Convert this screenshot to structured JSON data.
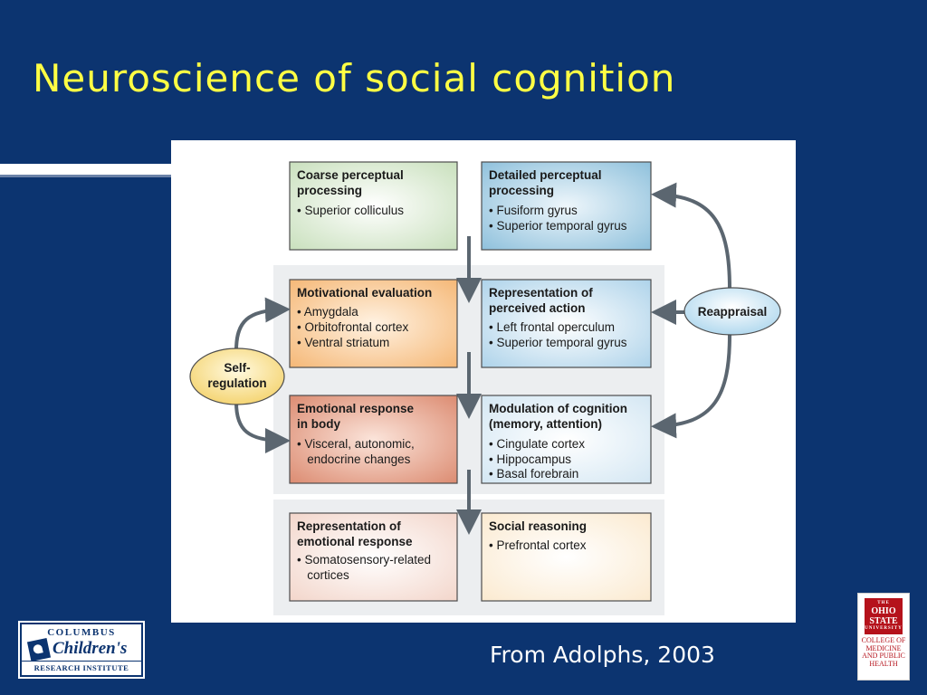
{
  "slide": {
    "title": "Neuroscience of social cognition",
    "caption": "From Adolphs, 2003"
  },
  "diagram": {
    "boxes": {
      "coarse": {
        "title": [
          "Coarse perceptual",
          "processing"
        ],
        "items": [
          "• Superior colliculus"
        ],
        "color": "#dcebd3"
      },
      "detailed": {
        "title": [
          "Detailed perceptual",
          "processing"
        ],
        "items": [
          "• Fusiform gyrus",
          "• Superior temporal gyrus"
        ],
        "color": "#a9d0e4"
      },
      "motivational": {
        "title": [
          "Motivational evaluation"
        ],
        "items": [
          "• Amygdala",
          "• Orbitofrontal cortex",
          "• Ventral striatum"
        ],
        "color": "#f8c996"
      },
      "representation_action": {
        "title": [
          "Representation of",
          "perceived action"
        ],
        "items": [
          "• Left frontal operculum",
          "• Superior temporal gyrus"
        ],
        "color": "#c6e0ef"
      },
      "emotional_body": {
        "title": [
          "Emotional response",
          "in body"
        ],
        "items": [
          "• Visceral, autonomic,",
          "   endocrine changes"
        ],
        "color": "#e6a590"
      },
      "modulation": {
        "title": [
          "Modulation of cognition",
          "(memory, attention)"
        ],
        "items": [
          "• Cingulate cortex",
          "• Hippocampus",
          "• Basal forebrain"
        ],
        "color": "#e2eff7"
      },
      "representation_emotional": {
        "title": [
          "Representation of",
          "emotional response"
        ],
        "items": [
          "• Somatosensory-related",
          "   cortices"
        ],
        "color": "#f8e6df"
      },
      "social": {
        "title": [
          "Social reasoning"
        ],
        "items": [
          "• Prefrontal cortex"
        ],
        "color": "#fdf4e4"
      }
    },
    "ovals": {
      "self_regulation": [
        "Self-",
        "regulation"
      ],
      "reappraisal": [
        "Reappraisal"
      ]
    },
    "colors": {
      "arrow": "#5b6670",
      "oval_self": "#f7dc84",
      "oval_reappraisal": "#bfe0f1",
      "panel": "#ebedef"
    }
  },
  "logos": {
    "ccri": {
      "top": "COLUMBUS",
      "middle": "Children's",
      "bottom": "RESEARCH INSTITUTE"
    },
    "osu": {
      "small": "THE",
      "name": [
        "OHIO",
        "STATE"
      ],
      "university": "UNIVERSITY",
      "college": [
        "COLLEGE OF",
        "MEDICINE",
        "AND PUBLIC",
        "HEALTH"
      ]
    }
  }
}
